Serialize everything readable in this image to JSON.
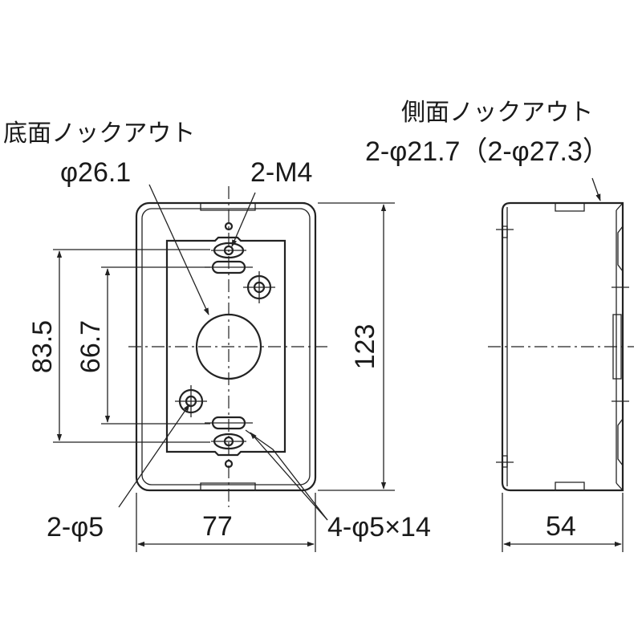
{
  "front_view": {
    "bottom_knockout": {
      "title": "底面ノックアウト",
      "diameter": "φ26.1"
    },
    "screw_label": "2-M4",
    "hole_label": "2-φ5",
    "slot_label": "4-φ5×14",
    "dimensions": {
      "outer_height": "123",
      "screw_pitch": "83.5",
      "slot_pitch": "66.7",
      "width": "77"
    }
  },
  "side_view": {
    "knockout": {
      "title": "側面ノックアウト",
      "sizes": "2-φ21.7（2-φ27.3）"
    },
    "dimensions": {
      "depth": "54"
    }
  }
}
